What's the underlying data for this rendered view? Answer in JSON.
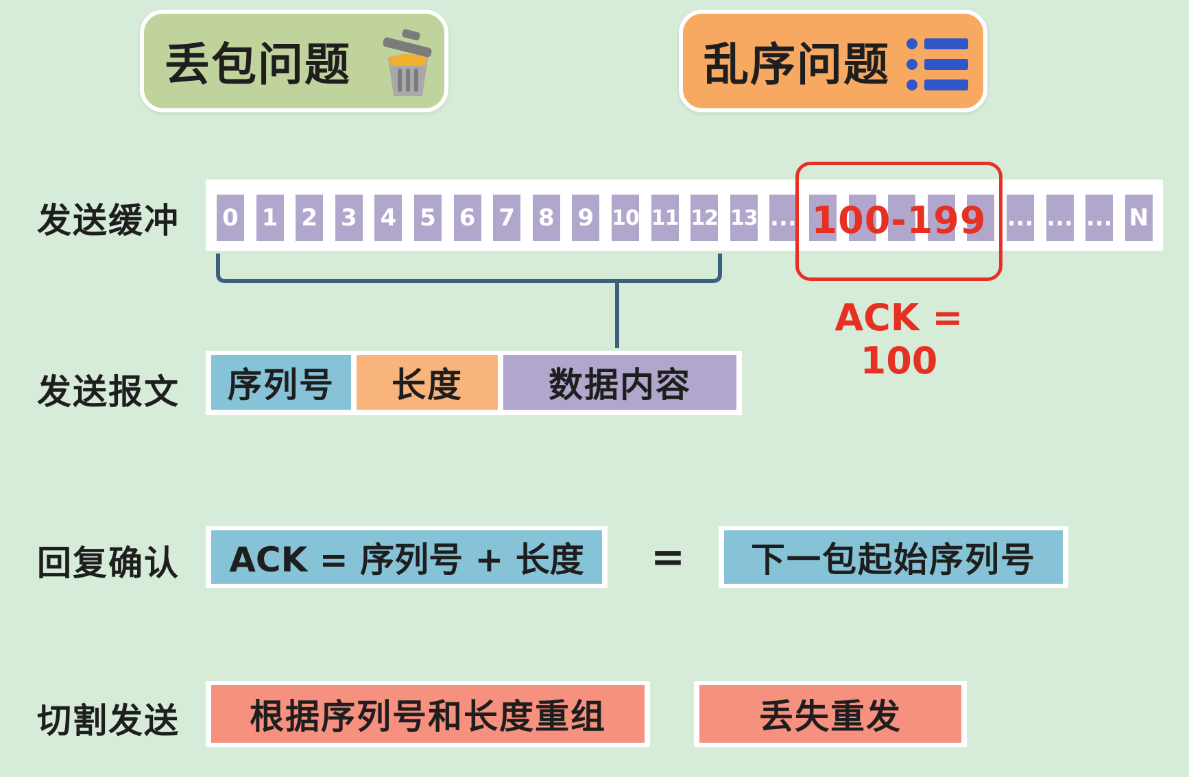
{
  "badges": {
    "loss": {
      "label": "丢包问题",
      "icon": "trash-icon"
    },
    "order": {
      "label": "乱序问题",
      "icon": "list-icon"
    }
  },
  "rows": {
    "send_buffer": "发送缓冲",
    "send_message": "发送报文",
    "reply_ack": "回复确认",
    "split_send": "切割发送"
  },
  "buffer": {
    "cells": [
      "0",
      "1",
      "2",
      "3",
      "4",
      "5",
      "6",
      "7",
      "8",
      "9",
      "10",
      "11",
      "12",
      "13",
      "...",
      "",
      "",
      "",
      "",
      "",
      "...",
      "...",
      "...",
      "N"
    ],
    "highlight_label": "100-199",
    "ack_label": "ACK = 100"
  },
  "message_fields": [
    "序列号",
    "长度",
    "数据内容"
  ],
  "ack": {
    "formula": "ACK = 序列号 + 长度",
    "equals": "=",
    "result": "下一包起始序列号"
  },
  "split": {
    "reassemble": "根据序列号和长度重组",
    "resend": "丢失重发"
  },
  "colors": {
    "background": "#d6ecd9",
    "loss_badge": "#c1d39c",
    "order_badge": "#f7a962",
    "cell": "#b1a7cc",
    "seq": "#86c3d6",
    "length": "#f9b47c",
    "data": "#b1a7cc",
    "ack_box": "#86c3d6",
    "split_box": "#f6907f",
    "highlight": "#e63024",
    "bracket": "#3c5f7e"
  }
}
